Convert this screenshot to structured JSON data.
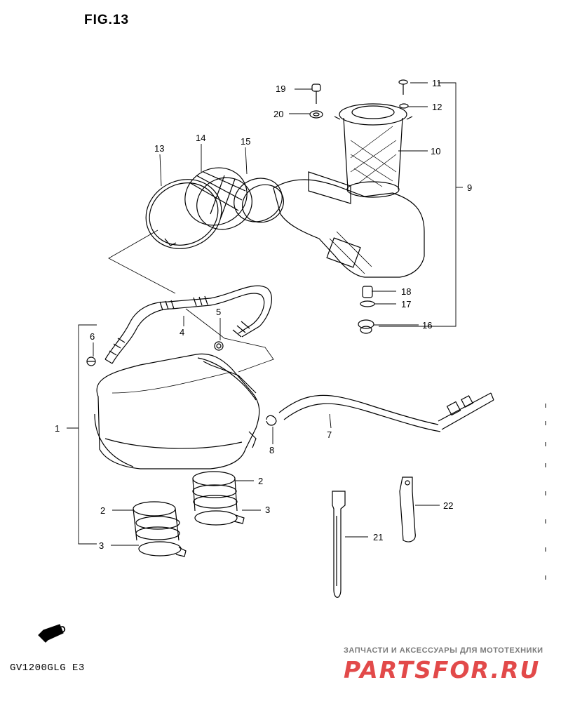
{
  "figure": {
    "title": "FIG.13",
    "model_code": "GV1200GLG  E3"
  },
  "watermark": {
    "tagline": "ЗАПЧАСТИ И АКСЕССУАРЫ ДЛЯ МОТОТЕХНИКИ",
    "logo": "PARTSFOR.RU"
  },
  "callouts": [
    "1",
    "2",
    "2",
    "3",
    "3",
    "4",
    "5",
    "6",
    "7",
    "8",
    "9",
    "10",
    "11",
    "12",
    "13",
    "14",
    "15",
    "16",
    "17",
    "18",
    "19",
    "20",
    "21",
    "22"
  ],
  "icons": {
    "fwd": "FWD"
  },
  "colors": {
    "line": "#000000",
    "watermark_red": "#e24a4a",
    "watermark_gray": "#7a7a7a"
  }
}
